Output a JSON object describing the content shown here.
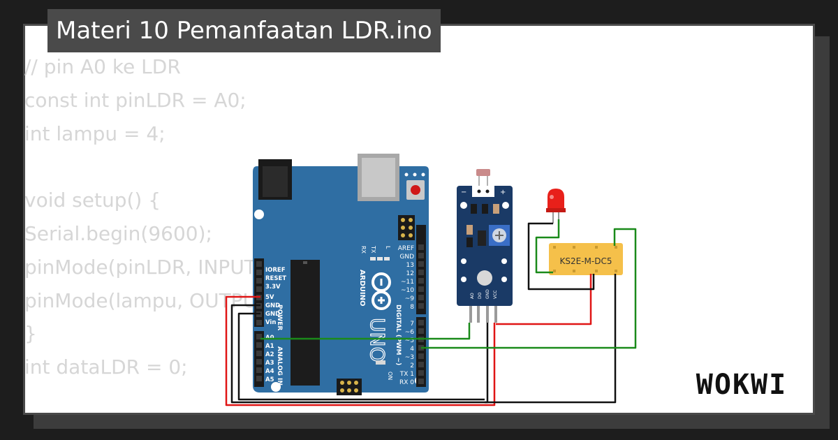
{
  "project": {
    "title": "Materi 10 Pemanfaatan LDR.ino"
  },
  "code": {
    "lines": [
      "// pin A0 ke LDR",
      "const int pinLDR = A0;",
      "int lampu = 4;",
      "",
      "void setup() {",
      "Serial.begin(9600);",
      "pinMode(pinLDR, INPUT);",
      "pinMode(lampu, OUTPUT);",
      "}",
      "int dataLDR = 0;"
    ]
  },
  "arduino": {
    "brand": "ARDUINO",
    "model": "UNO",
    "on_label": "ON",
    "tx_label": "TX",
    "rx_label": "RX",
    "l_label": "L",
    "power_label": "POWER",
    "analog_label": "ANALOG IN",
    "digital_label": "DIGITAL (PWM ~)",
    "power_pins": [
      "IOREF",
      "RESET",
      "3.3V",
      "5V",
      "GND",
      "GND",
      "Vin"
    ],
    "analog_pins": [
      "A0",
      "A1",
      "A2",
      "A3",
      "A4",
      "A5"
    ],
    "digital_pins_upper": [
      "AREF",
      "GND",
      "13",
      "12",
      "~11",
      "~10",
      "~9",
      "8"
    ],
    "digital_pins_lower": [
      "7",
      "~6",
      "~5",
      "4",
      "~3",
      "2",
      "TX 1",
      "RX 0"
    ]
  },
  "ldr_module": {
    "pin_labels": [
      "AO",
      "DO",
      "GND",
      "VCC"
    ],
    "minus": "−",
    "plus": "+"
  },
  "relay": {
    "label": "KS2E-M-DC5"
  },
  "brand": {
    "logo_text": "WOKWI"
  },
  "colors": {
    "background": "#1d1d1d",
    "card": "#ffffff",
    "title_bg": "#4a4a4a",
    "board": "#2f6ea3",
    "wire_red": "#e01515",
    "wire_black": "#111111",
    "wire_green": "#1a8a1a",
    "relay": "#f5c04a",
    "led": "#e8201a"
  }
}
